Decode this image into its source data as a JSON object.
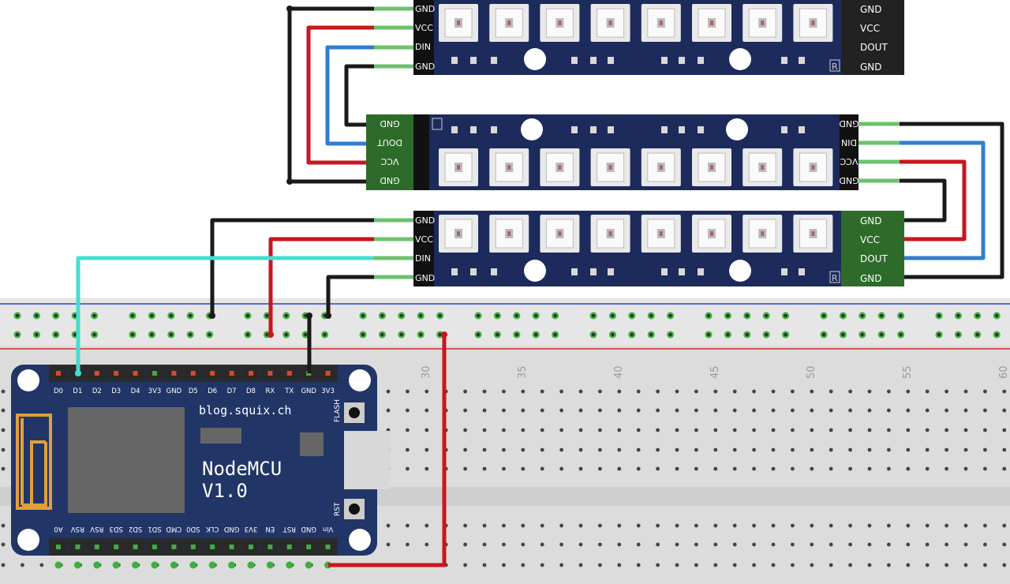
{
  "strip_pins": [
    "GND",
    "VCC",
    "DIN",
    "GND"
  ],
  "strip_right_pins_top": [
    "GND",
    "VCC",
    "DOUT",
    "GND"
  ],
  "strip_mid_left_pins": [
    "GND",
    "DOUT",
    "VCC",
    "GND"
  ],
  "strip_mid_right_pins": [
    "GND",
    "DIN",
    "VCC",
    "GND"
  ],
  "strip_bottom_right_pins": [
    "GND",
    "VCC",
    "DOUT",
    "GND"
  ],
  "strip_logo": "R",
  "breadboard": {
    "column_numbers": [
      "30",
      "35",
      "40",
      "45",
      "50",
      "55",
      "60"
    ]
  },
  "nodemcu": {
    "top_pins": [
      "D0",
      "D1",
      "D2",
      "D3",
      "D4",
      "3V3",
      "GND",
      "D5",
      "D6",
      "D7",
      "D8",
      "RX",
      "TX",
      "GND",
      "3V3"
    ],
    "bottom_pins": [
      "A0",
      "RSV",
      "RSV",
      "SD3",
      "SD2",
      "SD1",
      "CMD",
      "SD0",
      "CLK",
      "GND",
      "3V3",
      "EN",
      "RST",
      "GND",
      "Vin"
    ],
    "website": "blog.squix.ch",
    "name_line1": "NodeMCU",
    "name_line2": "V1.0",
    "flash_label": "FLASH",
    "rst_label": "RST"
  },
  "colors": {
    "wire_black": "#1a1a1a",
    "wire_red": "#c8161d",
    "wire_blue": "#2f7fd0",
    "wire_cyan": "#3fe0d0",
    "strip_pcb": "#1c2a5c",
    "nodemcu_pcb": "#213567",
    "pad_green": "#2e6b2a"
  }
}
